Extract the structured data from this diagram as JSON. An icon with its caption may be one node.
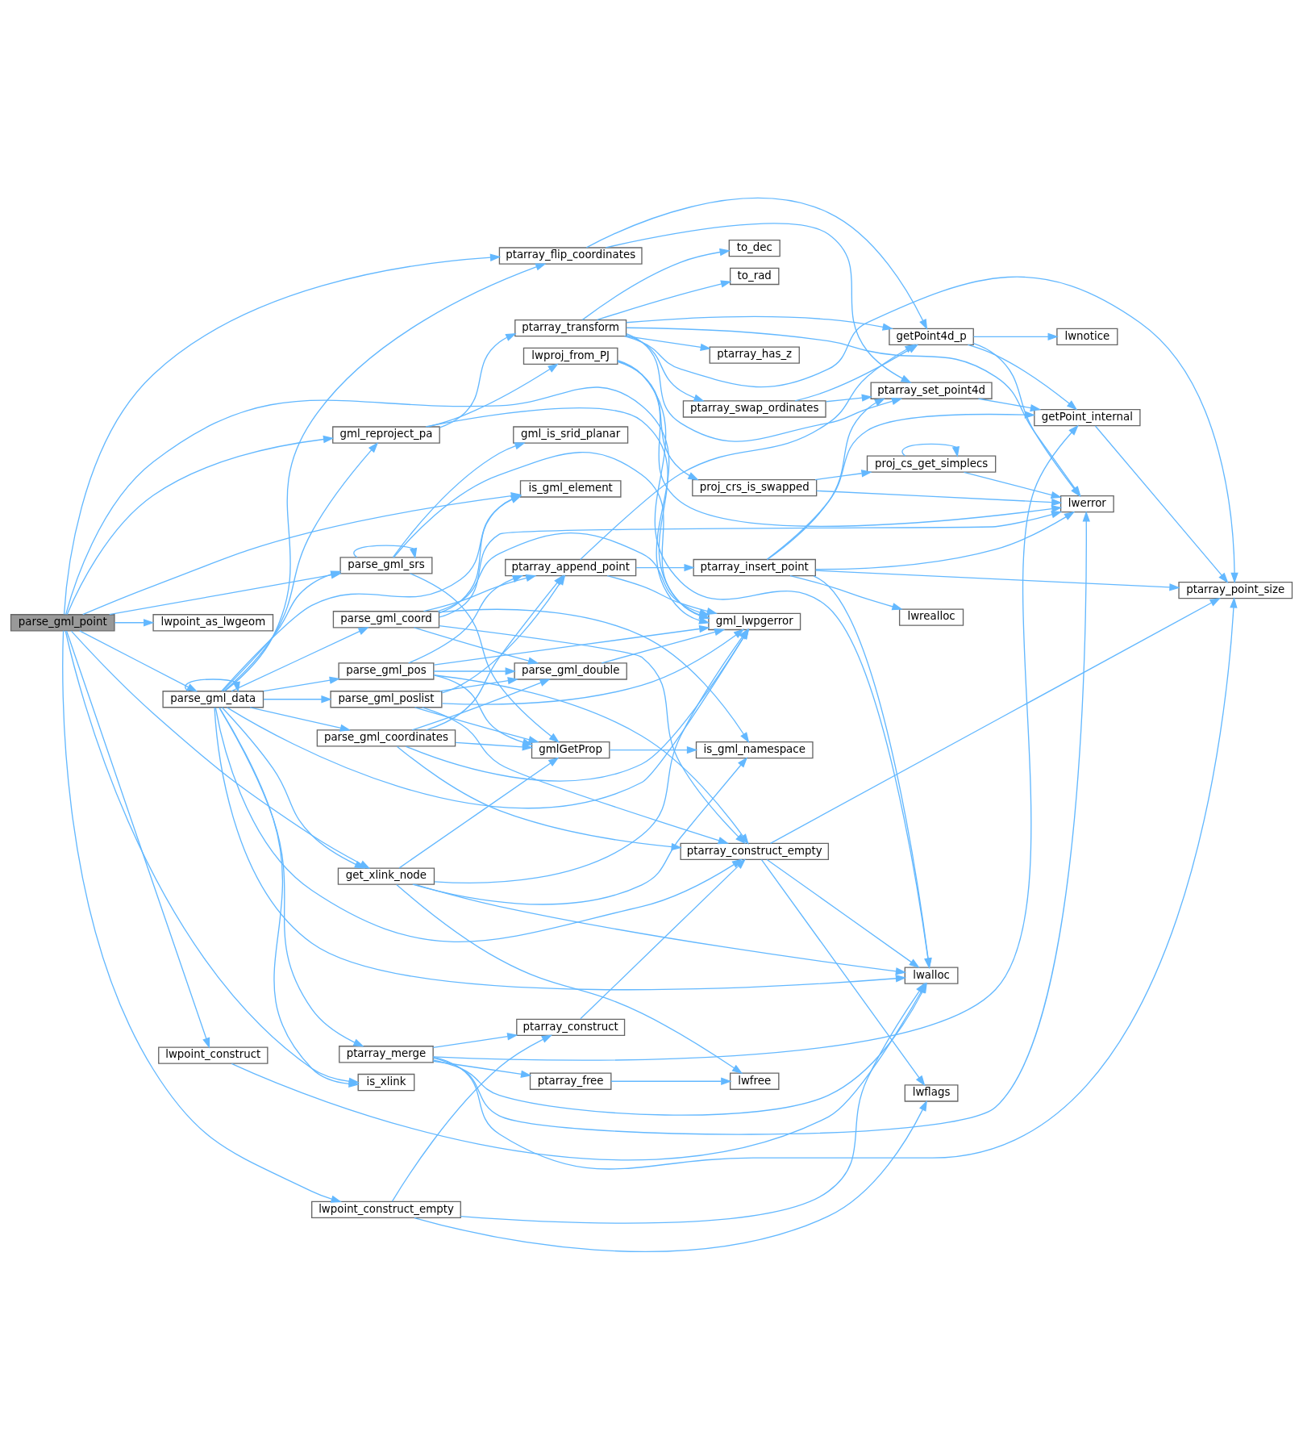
{
  "diagram": {
    "nodes": [
      {
        "text": [
          "parse_gml_point"
        ]
      },
      {
        "text": [
          "ptarray_flip_coordinates"
        ]
      },
      {
        "text": [
          "gml_reproject_pa"
        ]
      },
      {
        "text": [
          "parse_gml_data"
        ]
      },
      {
        "text": [
          "parse_gml_srs"
        ]
      },
      {
        "text": [
          "lwpoint_construct"
        ]
      },
      {
        "text": [
          "lwpoint_as_lwgeom"
        ]
      },
      {
        "text": [
          "is_xlink"
        ]
      },
      {
        "text": [
          "get_xlink_node"
        ]
      },
      {
        "text": [
          "lwpoint_construct_empty"
        ]
      },
      {
        "text": [
          "is_gml_element"
        ]
      },
      {
        "text": [
          "ptarray_transform"
        ]
      },
      {
        "text": [
          "lwproj_from_PJ"
        ]
      },
      {
        "text": [
          "parse_gml_coord"
        ]
      },
      {
        "text": [
          "parse_gml_coordinates"
        ]
      },
      {
        "text": [
          "parse_gml_pos"
        ]
      },
      {
        "text": [
          "parse_gml_poslist"
        ]
      },
      {
        "text": [
          "ptarray_merge"
        ]
      },
      {
        "text": [
          "gml_lwpgerror"
        ]
      },
      {
        "text": [
          "gmlGetProp"
        ]
      },
      {
        "text": [
          "gml_is_srid_planar"
        ]
      },
      {
        "text": [
          "ptarray_construct"
        ]
      },
      {
        "text": [
          "ptarray_free"
        ]
      },
      {
        "text": [
          "lwfree"
        ]
      },
      {
        "text": [
          "ptarray_append_point"
        ]
      },
      {
        "text": [
          "parse_gml_double"
        ]
      },
      {
        "text": [
          "ptarray_construct_empty"
        ]
      },
      {
        "text": [
          "is_gml_namespace"
        ]
      },
      {
        "text": [
          "ptarray_has_z"
        ]
      },
      {
        "text": [
          "to_dec"
        ]
      },
      {
        "text": [
          "to_rad"
        ]
      },
      {
        "text": [
          "ptarray_swap_ordinates"
        ]
      },
      {
        "text": [
          "getPoint4d_p"
        ]
      },
      {
        "text": [
          "proj_crs_is_swapped"
        ]
      },
      {
        "text": [
          "proj_cs_get_simplecs"
        ]
      },
      {
        "text": [
          "ptarray_set_point4d"
        ]
      },
      {
        "text": [
          "ptarray_insert_point"
        ]
      },
      {
        "text": [
          "lwrealloc"
        ]
      },
      {
        "text": [
          "lwnotice"
        ]
      },
      {
        "text": [
          "lwerror"
        ]
      },
      {
        "text": [
          "getPoint_internal"
        ]
      },
      {
        "text": [
          "ptarray_point_size"
        ]
      },
      {
        "text": [
          "lwalloc"
        ]
      },
      {
        "text": [
          "lwflags"
        ]
      }
    ],
    "edges": [
      {
        "from": 0,
        "to": 1,
        "arrow": "to"
      },
      {
        "from": 0,
        "to": 2,
        "arrow": "to"
      },
      {
        "from": 0,
        "to": 3,
        "arrow": "to"
      },
      {
        "from": 0,
        "to": 4,
        "arrow": "to"
      },
      {
        "from": 0,
        "to": 5,
        "arrow": "to"
      },
      {
        "from": 0,
        "to": 6,
        "arrow": "to"
      },
      {
        "from": 0,
        "to": 7,
        "arrow": "to"
      },
      {
        "from": 0,
        "to": 8,
        "arrow": "to"
      },
      {
        "from": 0,
        "to": 9,
        "arrow": "to"
      },
      {
        "from": 0,
        "to": 10,
        "arrow": "to"
      },
      {
        "from": 0,
        "to": 18,
        "arrow": "to"
      },
      {
        "from": 3,
        "to": 3,
        "arrow": "to"
      },
      {
        "from": 3,
        "to": 1,
        "arrow": "to"
      },
      {
        "from": 3,
        "to": 2,
        "arrow": "to"
      },
      {
        "from": 3,
        "to": 10,
        "arrow": "to"
      },
      {
        "from": 3,
        "to": 13,
        "arrow": "to"
      },
      {
        "from": 3,
        "to": 14,
        "arrow": "to"
      },
      {
        "from": 3,
        "to": 15,
        "arrow": "to"
      },
      {
        "from": 3,
        "to": 16,
        "arrow": "to"
      },
      {
        "from": 3,
        "to": 4,
        "arrow": "to"
      },
      {
        "from": 3,
        "to": 18,
        "arrow": "to"
      },
      {
        "from": 3,
        "to": 26,
        "arrow": "to"
      },
      {
        "from": 3,
        "to": 17,
        "arrow": "to"
      },
      {
        "from": 3,
        "to": 7,
        "arrow": "to"
      },
      {
        "from": 3,
        "to": 8,
        "arrow": "to"
      },
      {
        "from": 3,
        "to": 42,
        "arrow": "to"
      },
      {
        "from": 2,
        "to": 11,
        "arrow": "to"
      },
      {
        "from": 2,
        "to": 12,
        "arrow": "to"
      },
      {
        "from": 2,
        "to": 18,
        "arrow": "to"
      },
      {
        "from": 11,
        "to": 28,
        "arrow": "to"
      },
      {
        "from": 11,
        "to": 29,
        "arrow": "to"
      },
      {
        "from": 11,
        "to": 30,
        "arrow": "to"
      },
      {
        "from": 11,
        "to": 32,
        "arrow": "to"
      },
      {
        "from": 11,
        "to": 31,
        "arrow": "to"
      },
      {
        "from": 11,
        "to": 35,
        "arrow": "to"
      },
      {
        "from": 11,
        "to": 39,
        "arrow": "to"
      },
      {
        "from": 11,
        "to": 41,
        "arrow": "to"
      },
      {
        "from": 1,
        "to": 32,
        "arrow": "to"
      },
      {
        "from": 1,
        "to": 35,
        "arrow": "to"
      },
      {
        "from": 12,
        "to": 33,
        "arrow": "to"
      },
      {
        "from": 12,
        "to": 39,
        "arrow": "to"
      },
      {
        "from": 12,
        "to": 42,
        "arrow": "to"
      },
      {
        "from": 31,
        "to": 32,
        "arrow": "to"
      },
      {
        "from": 31,
        "to": 35,
        "arrow": "to"
      },
      {
        "from": 32,
        "to": 38,
        "arrow": "to"
      },
      {
        "from": 32,
        "to": 39,
        "arrow": "to"
      },
      {
        "from": 32,
        "to": 40,
        "arrow": "to"
      },
      {
        "from": 33,
        "to": 39,
        "arrow": "to"
      },
      {
        "from": 33,
        "to": 34,
        "arrow": "to"
      },
      {
        "from": 34,
        "to": 34,
        "arrow": "to"
      },
      {
        "from": 34,
        "to": 39,
        "arrow": "to"
      },
      {
        "from": 35,
        "to": 40,
        "arrow": "to"
      },
      {
        "from": 13,
        "to": 10,
        "arrow": "to"
      },
      {
        "from": 13,
        "to": 24,
        "arrow": "to"
      },
      {
        "from": 13,
        "to": 18,
        "arrow": "to"
      },
      {
        "from": 13,
        "to": 25,
        "arrow": "to"
      },
      {
        "from": 13,
        "to": 27,
        "arrow": "to"
      },
      {
        "from": 13,
        "to": 26,
        "arrow": "to"
      },
      {
        "from": 13,
        "to": 39,
        "arrow": "to"
      },
      {
        "from": 14,
        "to": 19,
        "arrow": "to"
      },
      {
        "from": 14,
        "to": 25,
        "arrow": "to"
      },
      {
        "from": 14,
        "to": 24,
        "arrow": "to"
      },
      {
        "from": 14,
        "to": 18,
        "arrow": "to"
      },
      {
        "from": 14,
        "to": 26,
        "arrow": "to"
      },
      {
        "from": 15,
        "to": 19,
        "arrow": "to"
      },
      {
        "from": 15,
        "to": 25,
        "arrow": "to"
      },
      {
        "from": 15,
        "to": 24,
        "arrow": "to"
      },
      {
        "from": 15,
        "to": 18,
        "arrow": "to"
      },
      {
        "from": 15,
        "to": 26,
        "arrow": "to"
      },
      {
        "from": 16,
        "to": 19,
        "arrow": "to"
      },
      {
        "from": 16,
        "to": 25,
        "arrow": "to"
      },
      {
        "from": 16,
        "to": 24,
        "arrow": "to"
      },
      {
        "from": 16,
        "to": 18,
        "arrow": "to"
      },
      {
        "from": 16,
        "to": 26,
        "arrow": "to"
      },
      {
        "from": 24,
        "to": 32,
        "arrow": "to"
      },
      {
        "from": 24,
        "to": 36,
        "arrow": "to"
      },
      {
        "from": 24,
        "to": 18,
        "arrow": "to"
      },
      {
        "from": 36,
        "to": 35,
        "arrow": "to"
      },
      {
        "from": 36,
        "to": 37,
        "arrow": "to"
      },
      {
        "from": 36,
        "to": 39,
        "arrow": "to"
      },
      {
        "from": 36,
        "to": 40,
        "arrow": "to"
      },
      {
        "from": 36,
        "to": 41,
        "arrow": "to"
      },
      {
        "from": 36,
        "to": 42,
        "arrow": "to"
      },
      {
        "from": 40,
        "to": 41,
        "arrow": "to"
      },
      {
        "from": 25,
        "to": 18,
        "arrow": "to"
      },
      {
        "from": 19,
        "to": 27,
        "arrow": "to"
      },
      {
        "from": 4,
        "to": 4,
        "arrow": "to"
      },
      {
        "from": 4,
        "to": 19,
        "arrow": "to"
      },
      {
        "from": 4,
        "to": 18,
        "arrow": "to"
      },
      {
        "from": 4,
        "to": 20,
        "arrow": "to"
      },
      {
        "from": 26,
        "to": 42,
        "arrow": "to"
      },
      {
        "from": 26,
        "to": 43,
        "arrow": "to"
      },
      {
        "from": 26,
        "to": 41,
        "arrow": "to"
      },
      {
        "from": 21,
        "to": 26,
        "arrow": "to"
      },
      {
        "from": 17,
        "to": 21,
        "arrow": "to"
      },
      {
        "from": 17,
        "to": 22,
        "arrow": "to"
      },
      {
        "from": 17,
        "to": 39,
        "arrow": "to"
      },
      {
        "from": 17,
        "to": 41,
        "arrow": "to"
      },
      {
        "from": 17,
        "to": 42,
        "arrow": "to"
      },
      {
        "from": 17,
        "to": 40,
        "arrow": "to"
      },
      {
        "from": 22,
        "to": 23,
        "arrow": "to"
      },
      {
        "from": 8,
        "to": 19,
        "arrow": "to"
      },
      {
        "from": 8,
        "to": 18,
        "arrow": "to"
      },
      {
        "from": 8,
        "to": 27,
        "arrow": "to"
      },
      {
        "from": 8,
        "to": 23,
        "arrow": "to"
      },
      {
        "from": 8,
        "to": 42,
        "arrow": "to"
      },
      {
        "from": 9,
        "to": 21,
        "arrow": "to"
      },
      {
        "from": 9,
        "to": 42,
        "arrow": "to"
      },
      {
        "from": 9,
        "to": 43,
        "arrow": "to"
      },
      {
        "from": 5,
        "to": 42,
        "arrow": "to"
      }
    ]
  }
}
